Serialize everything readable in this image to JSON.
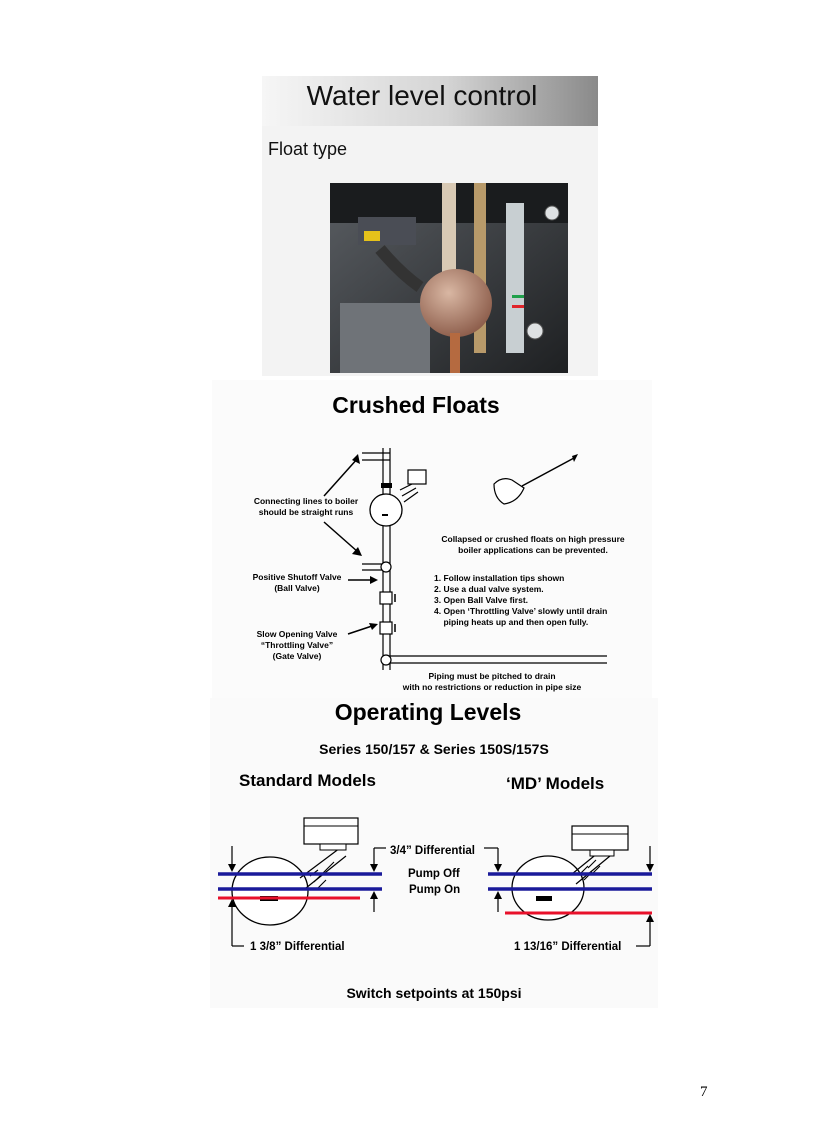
{
  "slide1": {
    "title": "Water level control",
    "subtitle": "Float type"
  },
  "slide2": {
    "title": "Crushed Floats",
    "labels": {
      "connecting_lines": "Connecting lines to boiler\nshould be straight runs",
      "shutoff_valve": "Positive Shutoff Valve\n(Ball Valve)",
      "throttling_valve": "Slow Opening Valve\n“Throttling Valve”\n(Gate Valve)",
      "collapsed_note": "Collapsed or crushed floats on high pressure\nboiler applications can be prevented.",
      "tips": [
        "1. Follow installation tips shown",
        "2. Use a dual valve system.",
        "3. Open Ball Valve first.",
        "4. Open ‘Throttling Valve’ slowly until drain",
        "    piping heats up and then open fully."
      ],
      "piping_note": "Piping must be pitched to drain\nwith no restrictions or reduction in pipe size"
    }
  },
  "slide3": {
    "title": "Operating Levels",
    "subtitle": "Series 150/157 & Series 150S/157S",
    "standard_heading": "Standard Models",
    "md_heading": "‘MD’ Models",
    "differential_top": "3/4”  Differential",
    "pump_off": "Pump Off",
    "pump_on": "Pump On",
    "differential_left": "1 3/8” Differential",
    "differential_right": "1 13/16” Differential",
    "footer": "Switch setpoints at 150psi"
  },
  "page_number": "7",
  "colors": {
    "pump_off_line": "#1a1a9a",
    "pump_on_line": "#1a1a9a",
    "low_line": "#e8102a"
  }
}
